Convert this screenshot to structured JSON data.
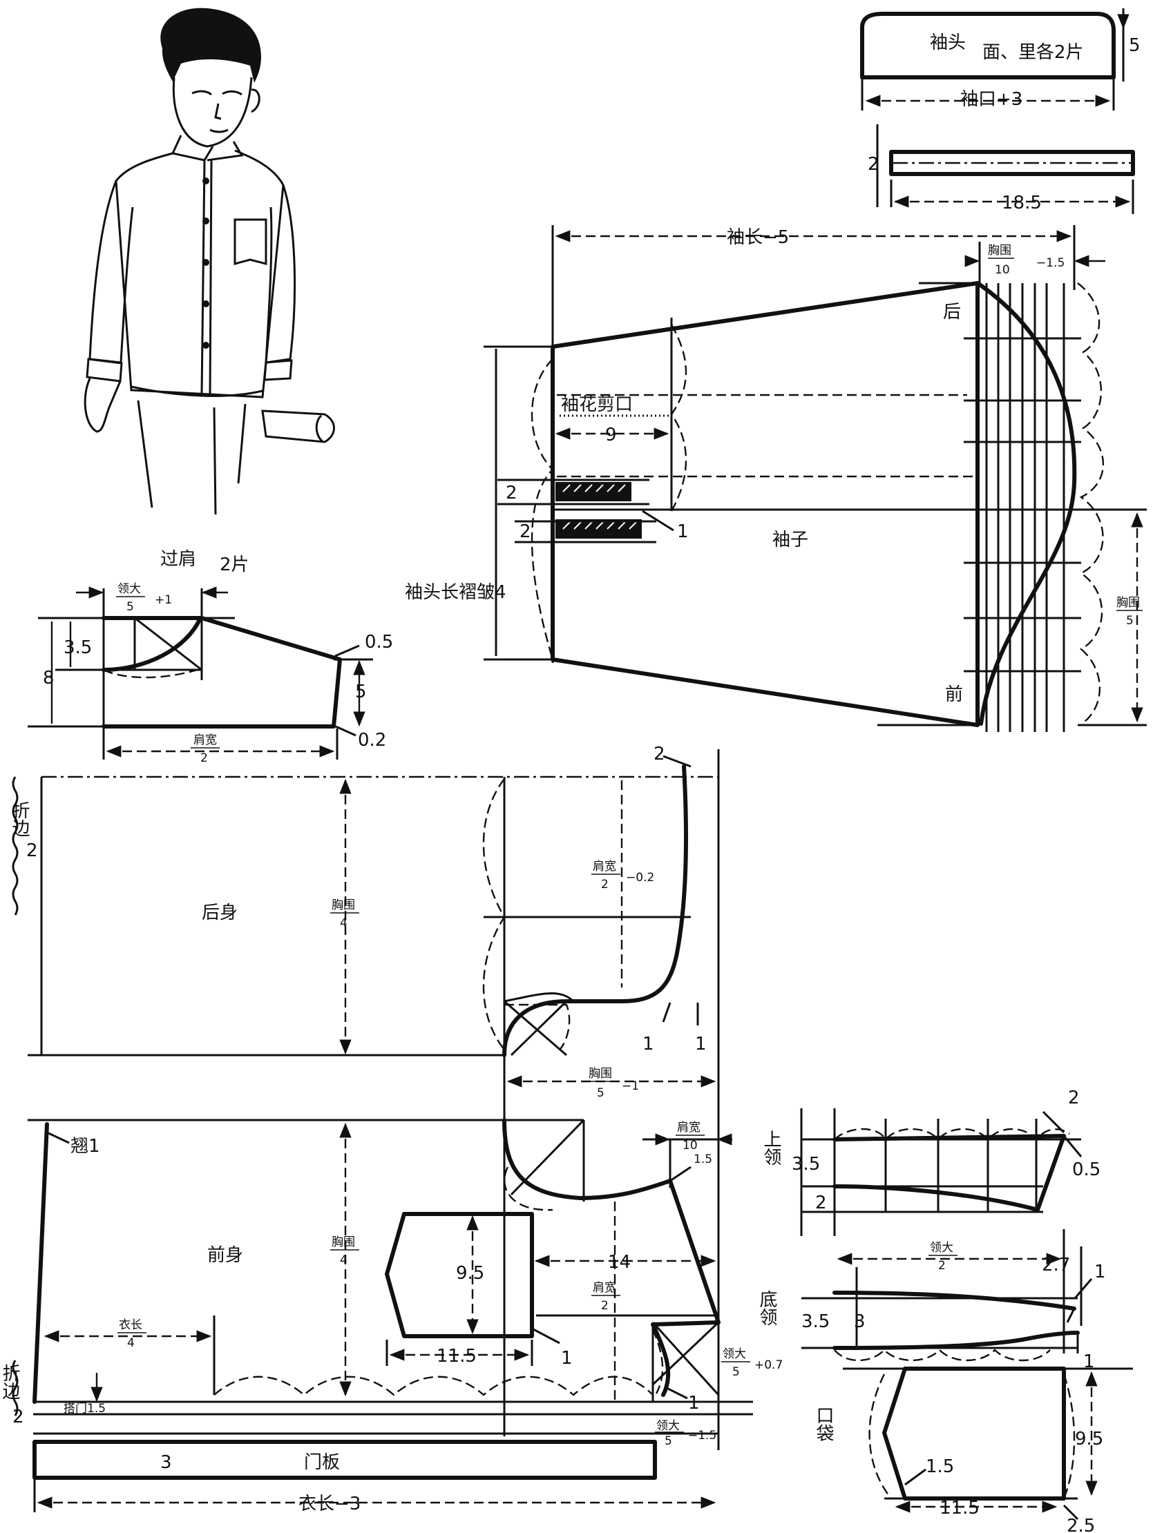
{
  "colors": {
    "ink": "#111111",
    "paper": "#ffffff"
  },
  "cuff": {
    "title": "袖头",
    "note": "面、里各2片",
    "height": "5",
    "length": "袖口+3"
  },
  "placket": {
    "width": "2",
    "length": "18.5"
  },
  "sleeve": {
    "length": "袖长−5",
    "cap_num": "胸围",
    "cap_den": "10",
    "cap_suffix": "−1.5",
    "back": "后",
    "front": "前",
    "slit": "袖花剪口",
    "slit_len": "9",
    "pleat1": "2",
    "pleat2": "2",
    "pleat_pt": "1",
    "label": "袖子",
    "cuff_len": "袖头长褶皱4",
    "width_num": "胸围",
    "width_den": "5"
  },
  "yoke": {
    "title": "过肩",
    "count": "2片",
    "neck_num": "领大",
    "neck_den": "5",
    "neck_suffix": "+1",
    "h1": "3.5",
    "h2": "8",
    "drop": "0.5",
    "side": "5",
    "hem": "0.2",
    "width_num": "肩宽",
    "width_den": "2"
  },
  "back": {
    "fold": "折边",
    "fold_val": "2",
    "label": "后身",
    "chest_num": "胸围",
    "chest_den": "4",
    "sh_num": "肩宽",
    "sh_den": "2",
    "sh_suffix": "−0.2",
    "top_pt": "2",
    "arm_pt1": "1",
    "arm_pt2": "1"
  },
  "middle": {
    "chest_num": "胸围",
    "chest_den": "5",
    "chest_suffix": "−1"
  },
  "front": {
    "flare": "翘1",
    "label": "前身",
    "chest_num": "胸围",
    "chest_den": "4",
    "sh10_num": "肩宽",
    "sh10_den": "10",
    "sh10_pt": "1.5",
    "pocket_h": "9.5",
    "pocket_w": "11.5",
    "pocket_pt": "1",
    "dist": "14",
    "sh2_num": "肩宽",
    "sh2_den": "2",
    "len_num": "衣长",
    "len_den": "4",
    "neck_num": "领大",
    "neck_den": "5",
    "neck_suffix": "+0.7",
    "neck_pt": "1",
    "fold": "折边",
    "fold_val": "2",
    "overlap": "搭门1.5",
    "neck2_num": "领大",
    "neck2_den": "5",
    "neck2_suffix": "−1.5",
    "band_w": "3",
    "band": "门板",
    "length": "衣长−3"
  },
  "collar": {
    "upper_label": "上领",
    "upper_h": "3.5",
    "upper_h2": "2",
    "upper_top": "2",
    "upper_tip": "0.5",
    "neck_num": "领大",
    "neck_den": "2",
    "stand_label": "底领",
    "stand_h": "3.5",
    "stand_w": "3",
    "stand_pt": "2.7",
    "stand_pt2": "1",
    "stand_pt3": "1"
  },
  "pocket": {
    "label": "口袋",
    "h": "9.5",
    "w": "11.5",
    "pt": "1.5",
    "corner": "2.5"
  }
}
